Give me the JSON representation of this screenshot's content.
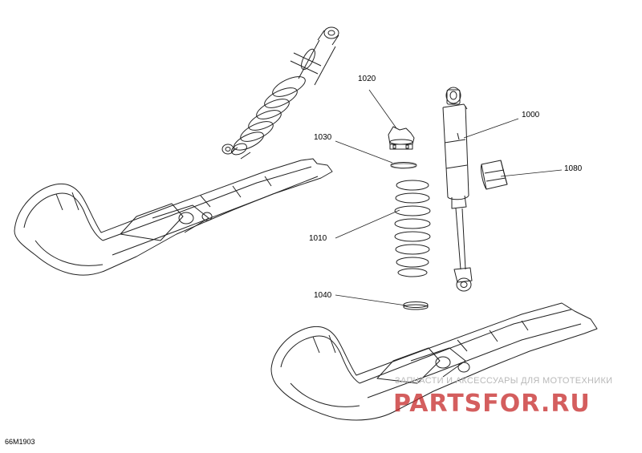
{
  "figure_id": "66M1903",
  "callouts": [
    {
      "number": "1000"
    },
    {
      "number": "1010"
    },
    {
      "number": "1020"
    },
    {
      "number": "1030"
    },
    {
      "number": "1040"
    },
    {
      "number": "1080"
    }
  ],
  "watermark": {
    "line1": "ЗАПЧАСТИ И АКСЕССУАРЫ ДЛЯ МОТОТЕХНИКИ",
    "logo": "PARTSFOR.RU",
    "color": "#c62828"
  },
  "line_color": "#222222"
}
